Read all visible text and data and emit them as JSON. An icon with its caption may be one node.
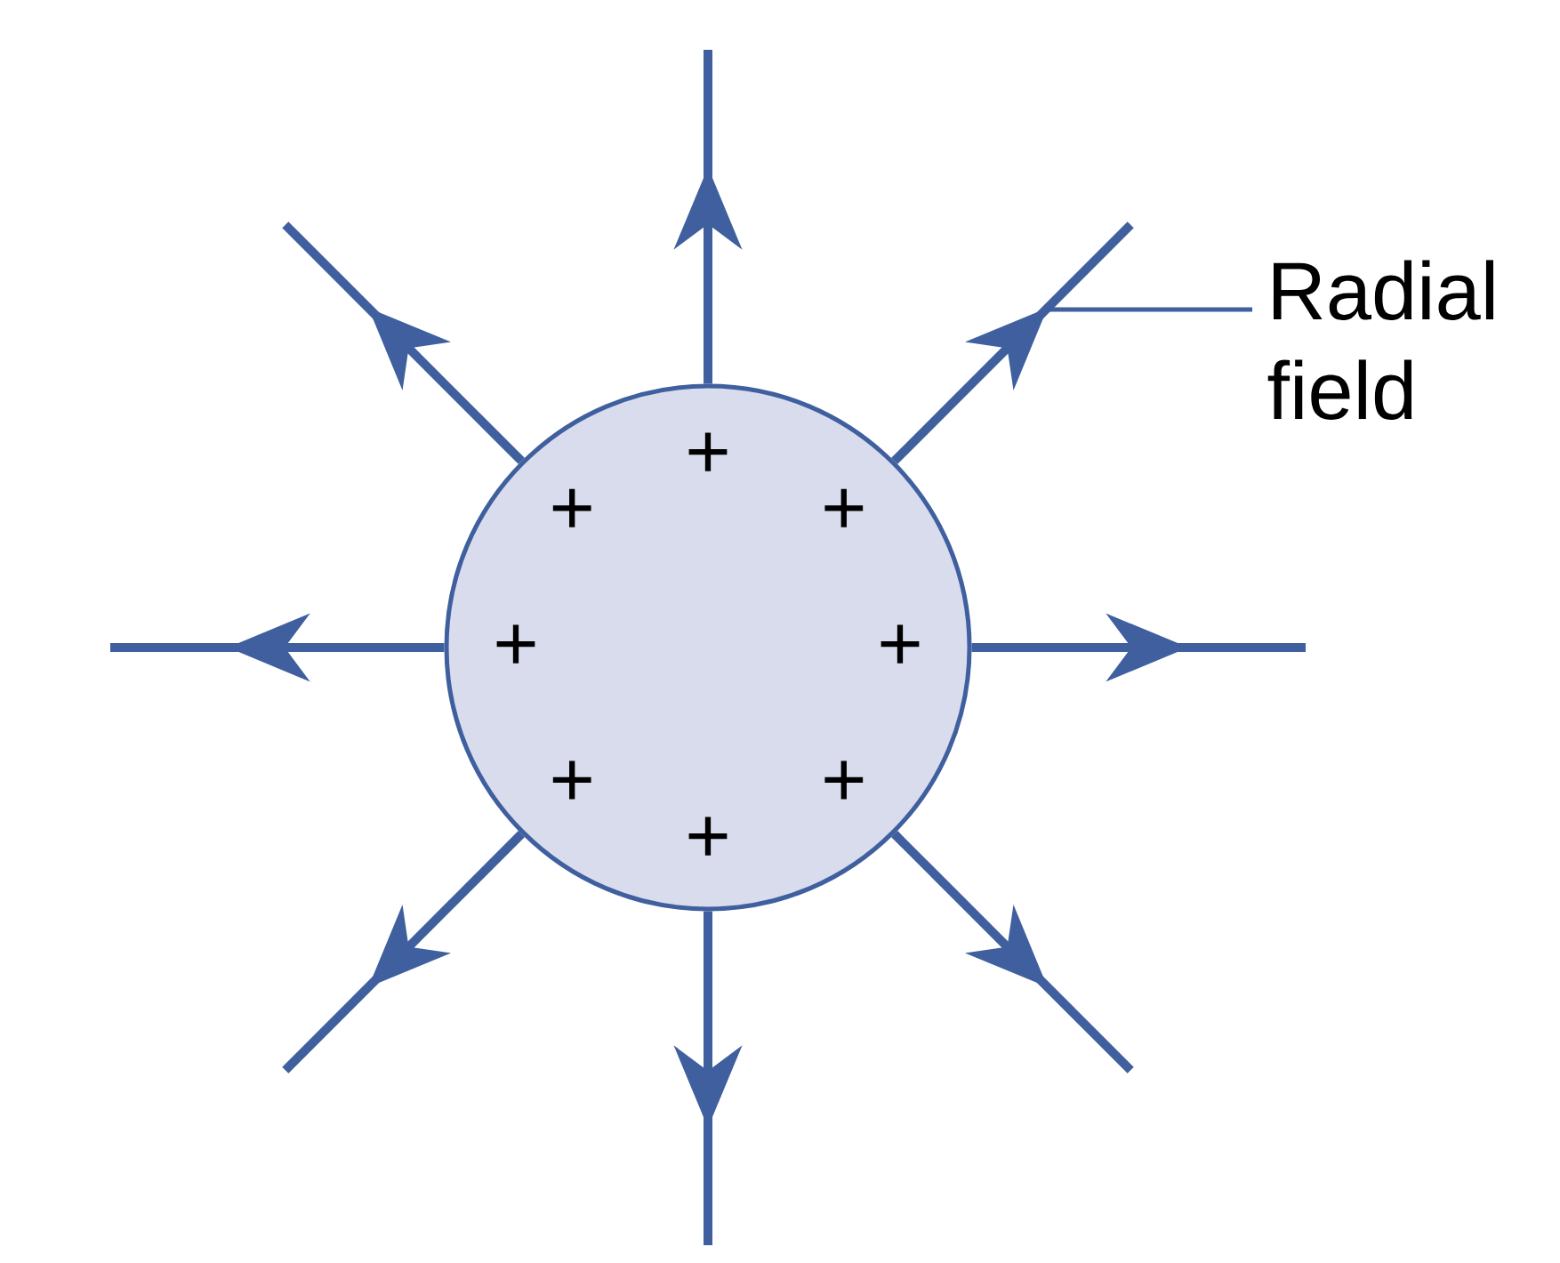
{
  "diagram": {
    "nodes": [
      {
        "text": [
          "+",
          "+",
          "+",
          "+",
          "+",
          "+",
          "+",
          "+"
        ]
      },
      {
        "text": [
          "Radial field"
        ]
      }
    ],
    "edges": [
      {
        "from": 0,
        "to": null,
        "arrow": "to"
      },
      {
        "from": 0,
        "to": null,
        "arrow": "to"
      },
      {
        "from": 0,
        "to": null,
        "arrow": "to"
      },
      {
        "from": 0,
        "to": null,
        "arrow": "to"
      },
      {
        "from": 0,
        "to": null,
        "arrow": "to"
      },
      {
        "from": 0,
        "to": null,
        "arrow": "to"
      },
      {
        "from": 0,
        "to": null,
        "arrow": "to"
      },
      {
        "from": 0,
        "to": null,
        "arrow": "to"
      },
      {
        "from": 1,
        "to": null,
        "arrow": "none"
      }
    ]
  }
}
